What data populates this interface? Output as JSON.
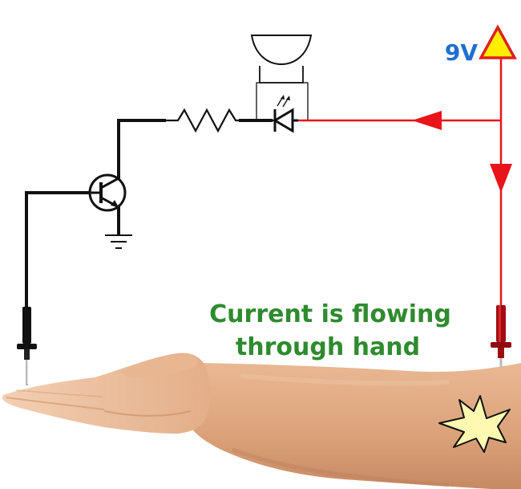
{
  "supply": {
    "label": "9V",
    "label_color": "#1f6fd1",
    "symbol_fill": "#ffee00",
    "symbol_stroke": "#e02020"
  },
  "caption": {
    "line1": "Current is flowing",
    "line2": "through hand",
    "color": "#2e8b2e"
  },
  "colors": {
    "live_wire": "#e8141a",
    "signal_wire": "#111111",
    "skin": "#e0aa82",
    "skin_shadow": "#c98a62",
    "spark_fill": "#fff8b0"
  },
  "components": {
    "power": "triangle-supply-icon",
    "buzzer": "buzzer-icon",
    "led": "led-icon",
    "resistor": "resistor-icon",
    "transistor": "npn-transistor-icon",
    "ground": "ground-icon",
    "left_probe": "black-probe-icon",
    "right_probe": "red-probe-icon",
    "hand": "open-hand-icon",
    "contact": "spark-icon"
  }
}
